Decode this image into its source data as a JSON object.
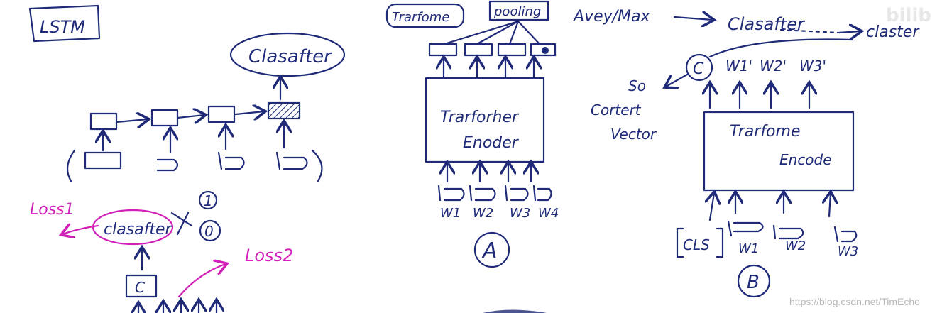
{
  "colors": {
    "ink": "#1f2a78",
    "pink": "#d11fb8",
    "watermark": "#b8b8b8"
  },
  "left": {
    "lstm_label": "LSTM",
    "classifier": "Clasafter",
    "classifier2": "clasafter",
    "class_one": "1",
    "class_zero": "0",
    "loss1": "Loss1",
    "loss2": "Loss2",
    "c_box": "C"
  },
  "middle": {
    "transformer_tag": "Trarfome",
    "pooling": "pooling",
    "avg_max": "Avey/Max",
    "encoder_line1": "Trarforher",
    "encoder_line2": "Enoder",
    "w1": "W1",
    "w2": "W2",
    "w3": "W3",
    "w4": "W4",
    "label_a": "A"
  },
  "right": {
    "classifier_a": "Clasafter",
    "classifier_b": "claster",
    "c_circle": "C",
    "w1p": "W1'",
    "w2p": "W2'",
    "w3p": "W3'",
    "so": "So",
    "context_line1": "Cortert",
    "context_line2": "Vector",
    "encoder_line1": "Trarfome",
    "encoder_line2": "Encode",
    "cls": "CLS",
    "w1": "W1",
    "w2": "W2",
    "w3": "W3",
    "label_b": "B"
  },
  "watermark": "https://blog.csdn.net/TimEcho",
  "logo": "bilib"
}
